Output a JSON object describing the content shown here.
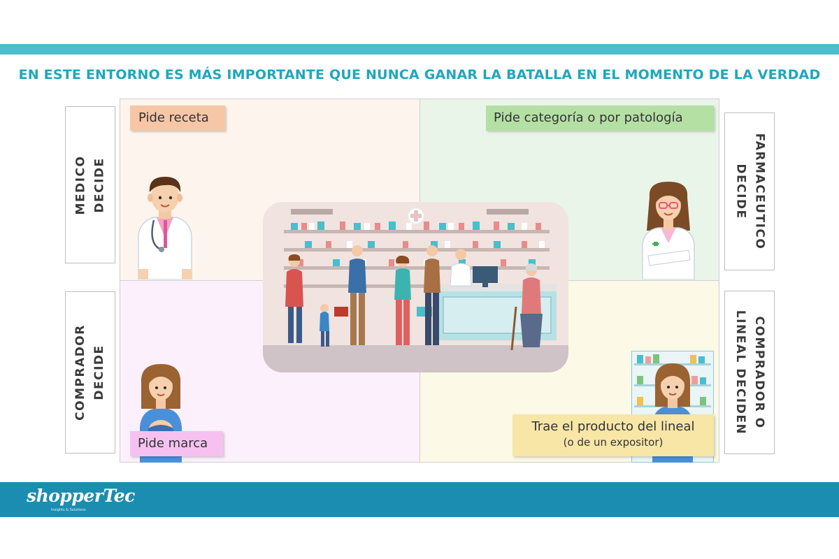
{
  "headline": "EN ESTE ENTORNO ES MÁS IMPORTANTE QUE NUNCA GANAR LA BATALLA EN EL MOMENTO DE LA VERDAD",
  "side_boxes": {
    "medico": [
      "MEDICO",
      "DECIDE"
    ],
    "comprador": [
      "COMPRADOR",
      "DECIDE"
    ],
    "farmaceutico": [
      "FARMACEUTICO",
      "DECIDE"
    ],
    "lineal": [
      "COMPRADOR O",
      "LINEAL DECIDEN"
    ]
  },
  "labels": {
    "receta": "Pide receta",
    "categoria": "Pide categoría o por patología",
    "marca": "Pide marca",
    "trae_main": "Trae el producto del lineal",
    "trae_sub": "(o de un expositor)"
  },
  "footer": {
    "logo": "shopperTec",
    "tagline": "Insights & Solutions"
  },
  "colors": {
    "accent": "#1fa6bd",
    "top_bar": "#4bbdcc",
    "bottom_bar": "#1b8db0",
    "receta": "#f6c6a6",
    "categoria": "#b4e0a4",
    "marca": "#f6c1f0",
    "trae": "#f7e6a6"
  },
  "icons": [
    "doctor-illustration",
    "pharmacist-illustration",
    "mother-baby-illustration",
    "shopper-shelf-illustration",
    "pharmacy-scene-illustration"
  ]
}
